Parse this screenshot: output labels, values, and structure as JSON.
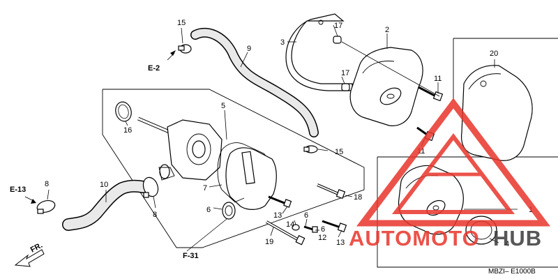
{
  "callouts": {
    "c1": "1",
    "c2": "2",
    "c3": "3",
    "c4": "4",
    "c5": "5",
    "c6a": "6",
    "c6b": "6",
    "c6c": "6",
    "c7": "7",
    "c8a": "8",
    "c8b": "8",
    "c9": "9",
    "c10": "10",
    "c11a": "11",
    "c11b": "11",
    "c12": "12",
    "c13a": "13",
    "c13b": "13",
    "c14": "14",
    "c15a": "15",
    "c15b": "15",
    "c16": "16",
    "c17a": "17",
    "c17b": "17",
    "c18": "18",
    "c19": "19",
    "c20": "20"
  },
  "refs": {
    "e2": "E-2",
    "e13": "E-13",
    "f31": "F-31",
    "fr": "FR."
  },
  "diagram_code": "MBZI– E1000B",
  "watermark": {
    "part1": "AUTOMOTO",
    "part2": "HUB",
    "color_main": "#e8352b",
    "color_dark": "#3a3a3a"
  }
}
